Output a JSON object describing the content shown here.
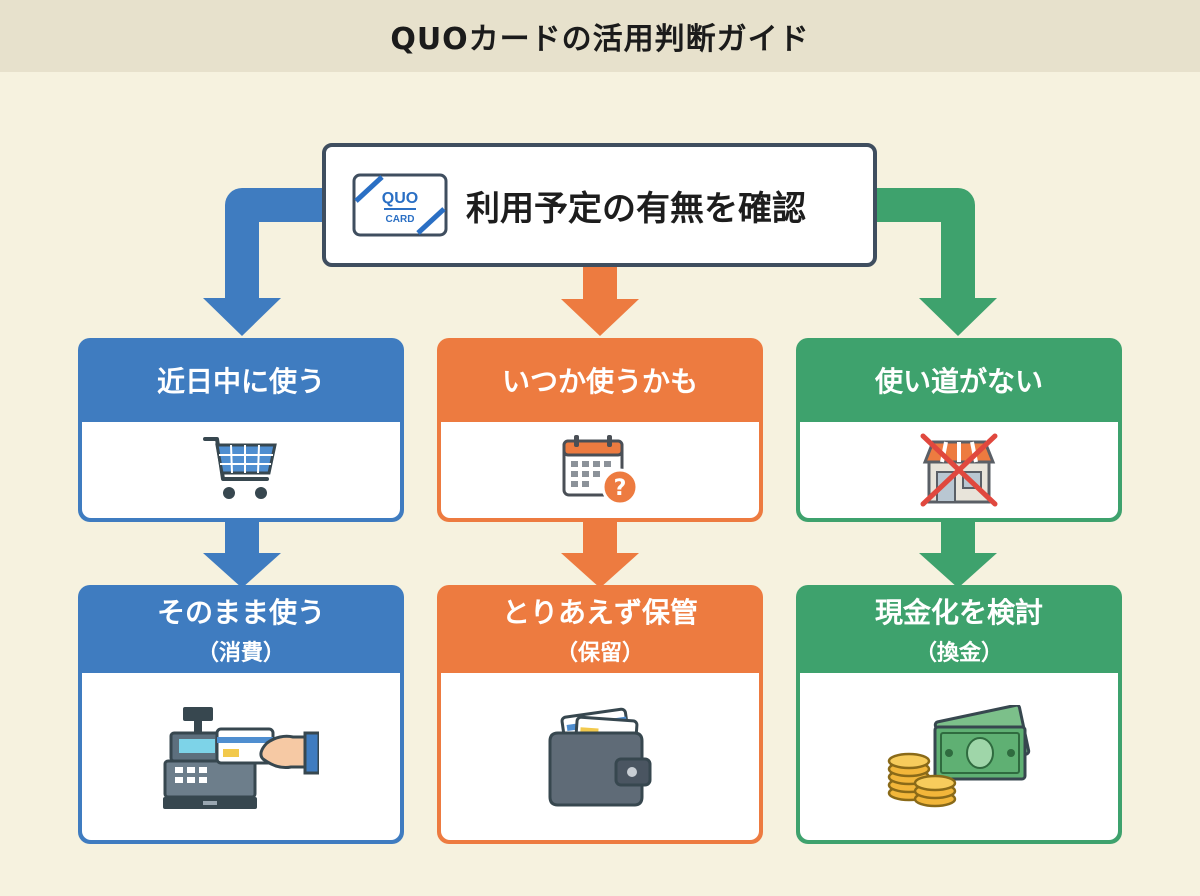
{
  "title": "QUOカードの活用判断ガイド",
  "top_box": {
    "label": "利用予定の有無を確認",
    "card_text_top": "QUO",
    "card_text_bottom": "CARD"
  },
  "branches": [
    {
      "id": "use-soon",
      "color": "#3f7cc0",
      "question": "近日中に使う",
      "question_icon": "shopping-cart-icon",
      "result_title": "そのまま使う",
      "result_sub": "（消費）",
      "result_icon": "cash-register-payment-icon"
    },
    {
      "id": "maybe-use",
      "color": "#ed7b40",
      "question": "いつか使うかも",
      "question_icon": "calendar-question-icon",
      "result_title": "とりあえず保管",
      "result_sub": "（保留）",
      "result_icon": "wallet-icon"
    },
    {
      "id": "no-use",
      "color": "#3ea26d",
      "question": "使い道がない",
      "question_icon": "store-crossed-icon",
      "result_title": "現金化を検討",
      "result_sub": "（換金）",
      "result_icon": "coins-cash-icon"
    }
  ]
}
